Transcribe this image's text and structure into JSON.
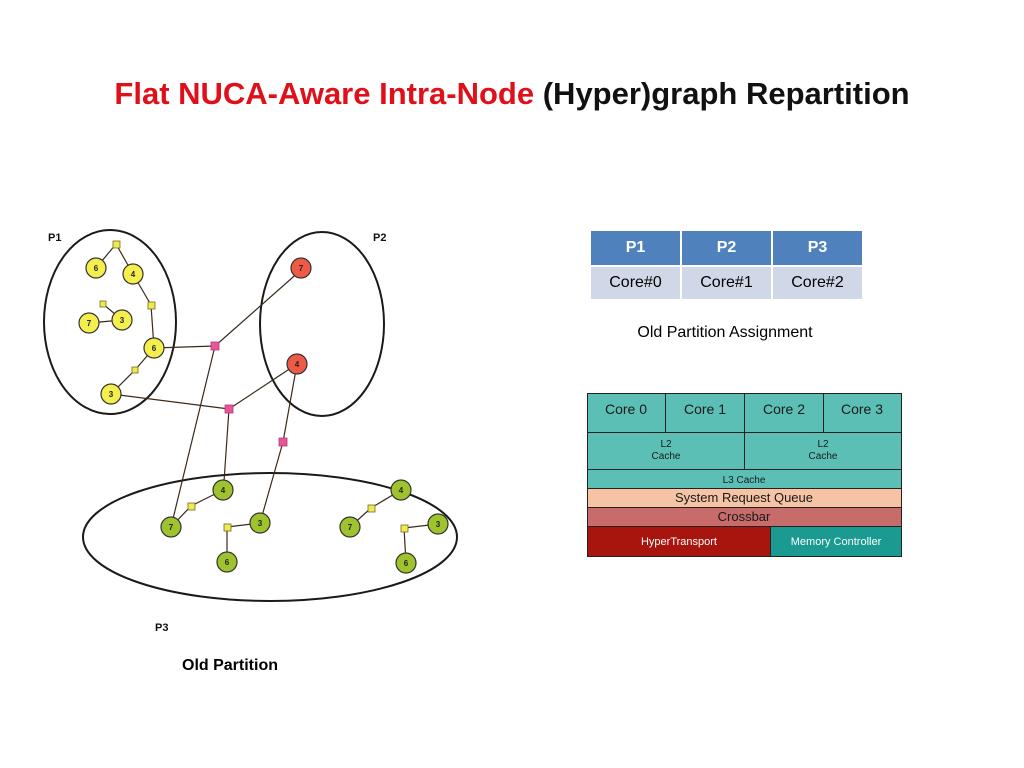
{
  "title": {
    "highlight": "Flat NUCA-Aware Intra-Node",
    "rest": "(Hyper)graph Repartition"
  },
  "graph": {
    "partition_labels": [
      "P1",
      "P2",
      "P3"
    ],
    "p1_nodes": [
      "6",
      "4",
      "7",
      "3",
      "6",
      "3"
    ],
    "p2_nodes": [
      "7",
      "4"
    ],
    "p3_left_nodes": [
      "4",
      "7",
      "3",
      "6"
    ],
    "p3_right_nodes": [
      "4",
      "7",
      "3",
      "6"
    ],
    "caption": "Old Partition",
    "colors": {
      "p1_node": "#f5ef4d",
      "p2_node": "#ef5a45",
      "p3_node": "#9fc32d",
      "net": "#e8559a",
      "pin": "#f2ea48"
    }
  },
  "table": {
    "headers": [
      "P1",
      "P2",
      "P3"
    ],
    "cells": [
      "Core#0",
      "Core#1",
      "Core#2"
    ],
    "caption": "Old Partition Assignment"
  },
  "cache": {
    "cores": [
      "Core 0",
      "Core 1",
      "Core 2",
      "Core 3"
    ],
    "l2_left": [
      "L2",
      "Cache"
    ],
    "l2_right": [
      "L2",
      "Cache"
    ],
    "l3": "L3 Cache",
    "srq": "System Request Queue",
    "crossbar": "Crossbar",
    "hypertransport": "HyperTransport",
    "memory_controller": "Memory Controller",
    "colors": {
      "core": "#5bbfb5",
      "srq": "#f6c4a4",
      "crossbar": "#c76b6b",
      "hypertransport": "#a8150e",
      "memory": "#1a9a90"
    }
  }
}
